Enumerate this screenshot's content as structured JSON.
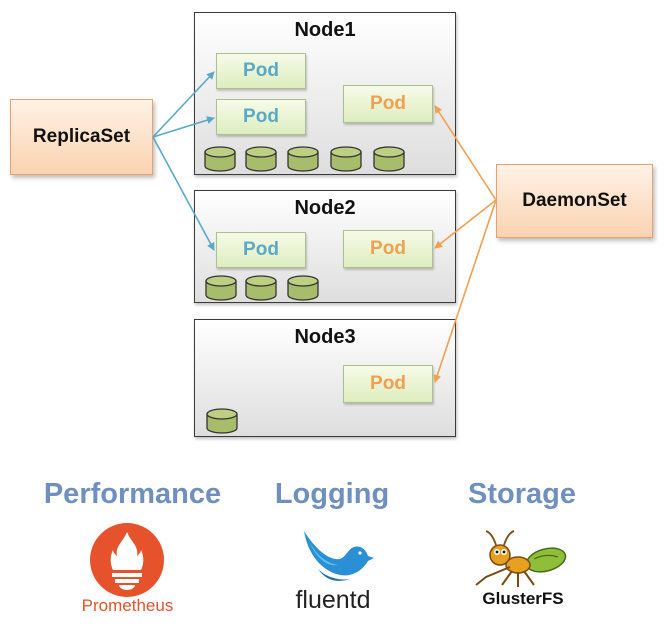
{
  "nodes": [
    {
      "title": "Node1"
    },
    {
      "title": "Node2"
    },
    {
      "title": "Node3"
    }
  ],
  "pod_label": "Pod",
  "controllers": {
    "replicaset": "ReplicaSet",
    "daemonset": "DaemonSet"
  },
  "categories": {
    "performance": "Performance",
    "logging": "Logging",
    "storage": "Storage"
  },
  "logos": {
    "prometheus": "Prometheus",
    "fluentd": "fluentd",
    "glusterfs": "GlusterFS"
  },
  "colors": {
    "replicaset_arrow": "#5aa9c9",
    "daemonset_arrow": "#f0a050",
    "pod_fill": "#e8f3d2",
    "disk_fill": "#a8bd6c",
    "category_text": "#6f8fbf",
    "prometheus": "#e6522c",
    "fluentd": "#2a8fd4"
  },
  "icons": [
    "database-disk-icon",
    "prometheus-logo",
    "fluentd-bird-logo",
    "glusterfs-ant-logo"
  ]
}
